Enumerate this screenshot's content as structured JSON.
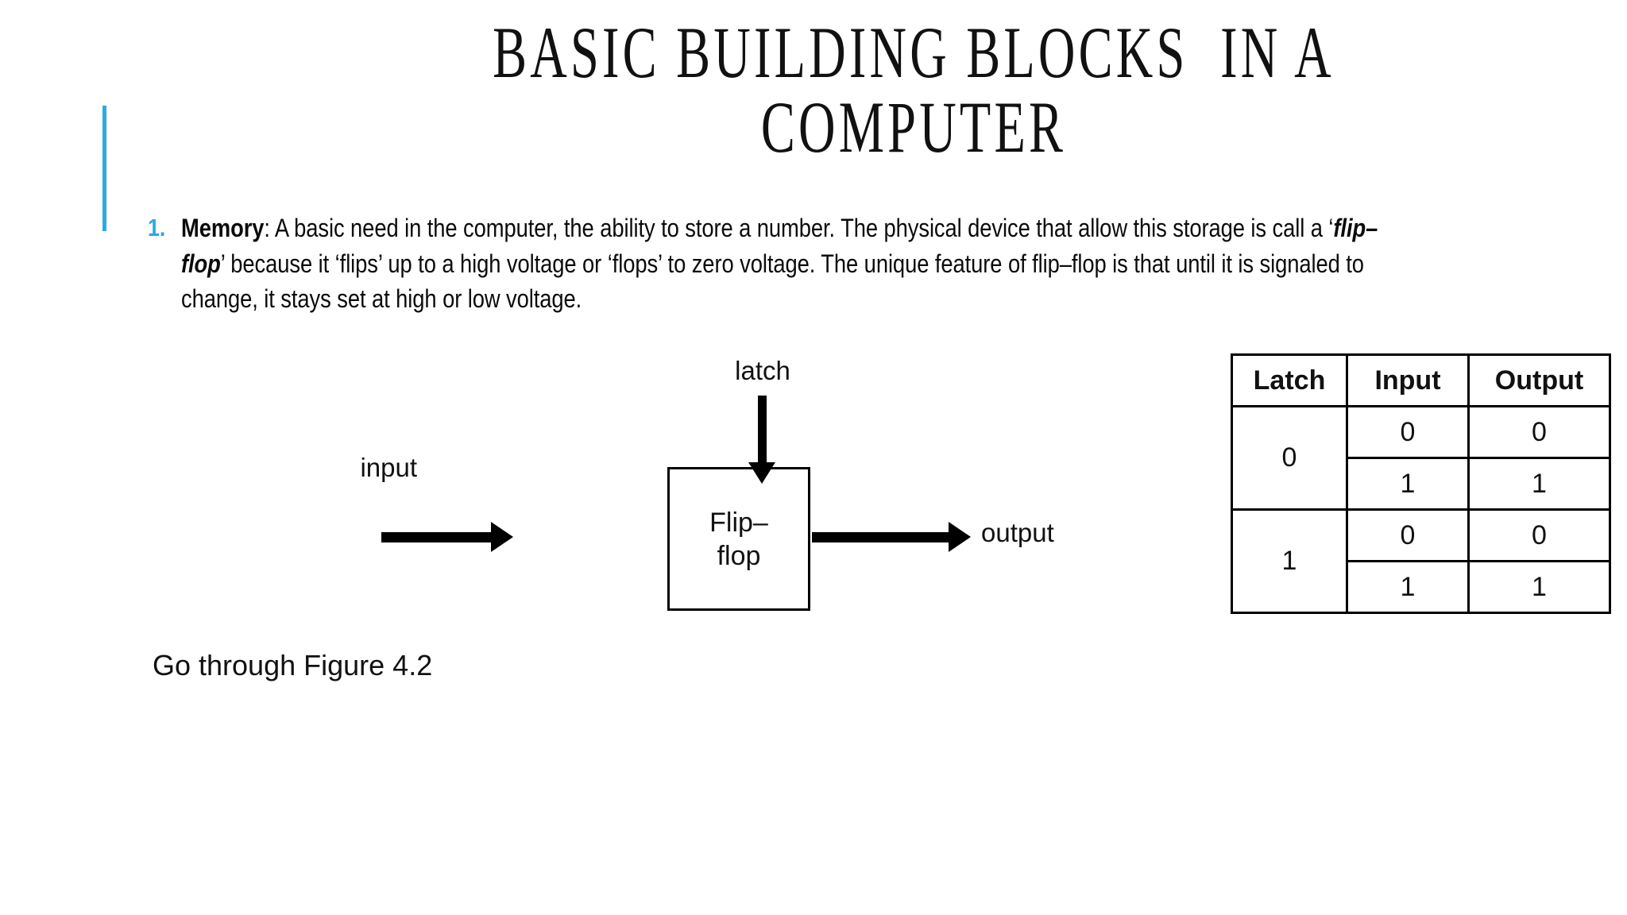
{
  "slide": {
    "title": "Basic Building Blocks  in a Computer",
    "accent_color": "#29abe2",
    "text_color": "#111111"
  },
  "body": {
    "list_number": "1.",
    "lead_bold": "Memory",
    "paragraph_parts": {
      "p1": ": A basic need in the computer, the ability to store a number. The physical device that allow this storage is call a ‘",
      "emphasis": "flip–flop",
      "p2": "’ because it ‘flips’ up to a high voltage or ‘flops’ to zero voltage. The unique feature of flip–flop is that until it is signaled to change, it stays set at high or low voltage."
    },
    "full_text": "1. Memory: A basic need in the computer, the ability to store a number. The physical device that allow this storage is call a ‘flip–flop’ because it ‘flips’ up to a high voltage or ‘flops’ to zero voltage. The unique feature of flip–flop is that until it is signaled to change, it stays set at high or low voltage."
  },
  "diagram": {
    "latch_label": "latch",
    "block_label": "Flip–\nflop",
    "input_label": "input",
    "output_label": "output"
  },
  "table": {
    "headers": [
      "Latch",
      "Input",
      "Output"
    ],
    "groups": [
      {
        "latch": "0",
        "rows": [
          {
            "input": "0",
            "output": "0"
          },
          {
            "input": "1",
            "output": "1"
          }
        ]
      },
      {
        "latch": "1",
        "rows": [
          {
            "input": "0",
            "output": "0"
          },
          {
            "input": "1",
            "output": "1"
          }
        ]
      }
    ]
  },
  "footer": {
    "note": "Go through Figure 4.2"
  }
}
